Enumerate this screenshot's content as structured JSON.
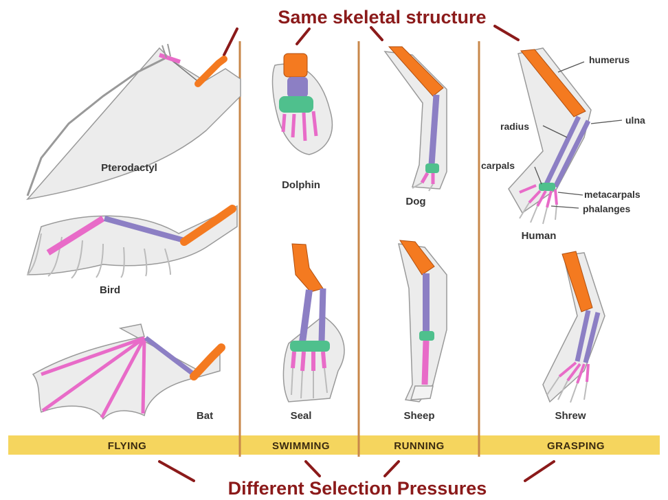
{
  "title_top": "Same skeletal structure",
  "title_bottom": "Different Selection Pressures",
  "categories": [
    "FLYING",
    "SWIMMING",
    "RUNNING",
    "GRASPING"
  ],
  "animals": {
    "pterodactyl": "Pterodactyl",
    "bird": "Bird",
    "bat": "Bat",
    "dolphin": "Dolphin",
    "seal": "Seal",
    "dog": "Dog",
    "sheep": "Sheep",
    "human": "Human",
    "shrew": "Shrew"
  },
  "bone_labels": {
    "humerus": "humerus",
    "radius": "radius",
    "ulna": "ulna",
    "carpals": "carpals",
    "metacarpals": "metacarpals",
    "phalanges": "phalanges"
  },
  "colors": {
    "humerus": "#f47a20",
    "radius_ulna": "#8c7fc4",
    "carpals": "#4fc08d",
    "metacarpals_phalanges": "#e86bc8",
    "divider": "#c8874a",
    "banner": "#f5d55e",
    "heading": "#8b1a1a"
  }
}
